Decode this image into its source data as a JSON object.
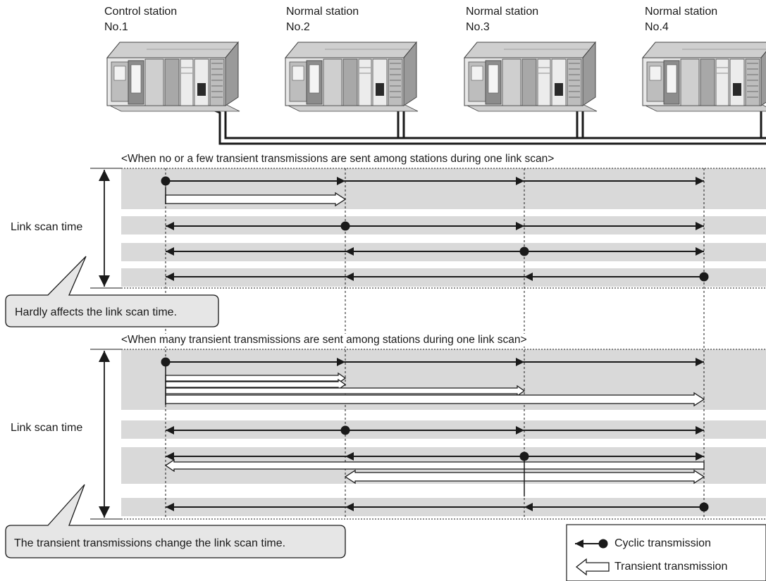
{
  "stations": [
    {
      "name": "Control station",
      "number": "No.1"
    },
    {
      "name": "Normal station",
      "number": "No.2"
    },
    {
      "name": "Normal station",
      "number": "No.3"
    },
    {
      "name": "Normal station",
      "number": "No.4"
    }
  ],
  "sections": [
    {
      "title": "<When no or a few transient transmissions are sent among stations during one link scan>",
      "side_label": "Link scan time",
      "callout": "Hardly affects the link scan time."
    },
    {
      "title": "<When many transient transmissions are sent among stations during one link scan>",
      "side_label": "Link scan time",
      "callout": "The transient transmissions change the link scan time."
    }
  ],
  "legend": {
    "cyclic": "Cyclic transmission",
    "transient": "Transient transmission"
  },
  "colors": {
    "band": "#d9d9d9",
    "line": "#1a1a1a",
    "callout_fill": "#e6e6e6"
  }
}
